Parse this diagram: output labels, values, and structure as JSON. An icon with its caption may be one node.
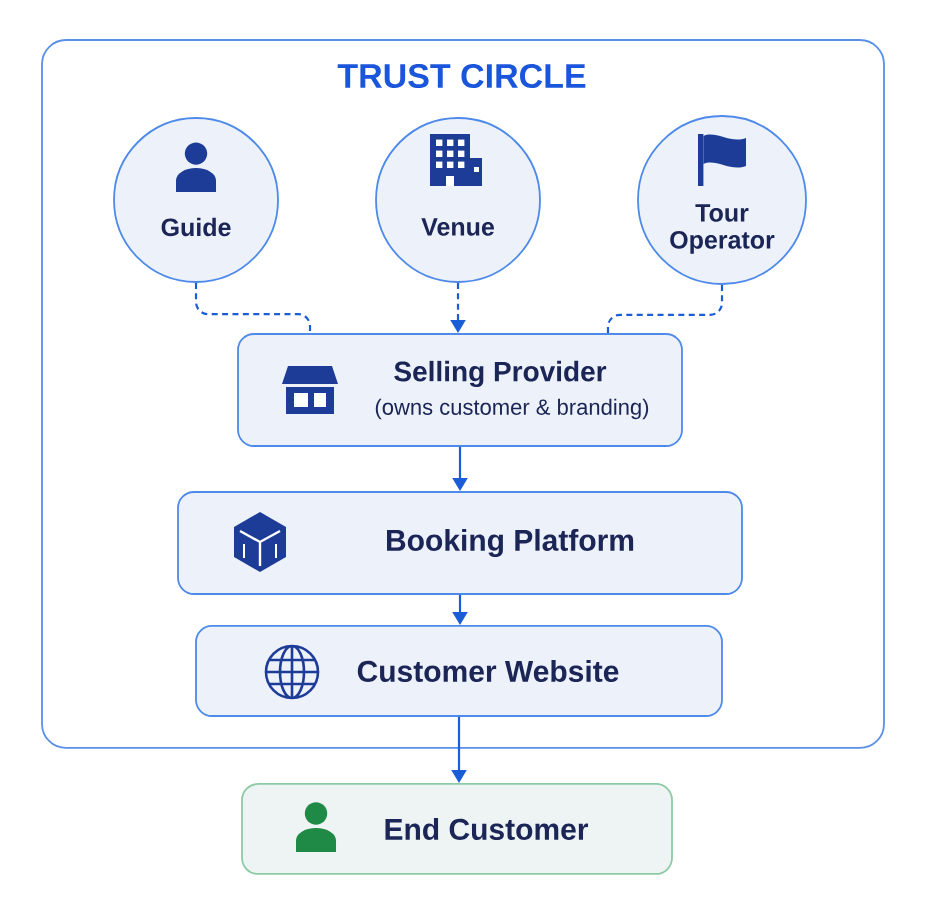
{
  "diagram": {
    "nodes": [
      {
        "text": [
          "TRUST CIRCLE"
        ]
      },
      {
        "text": [
          "Guide"
        ],
        "in": 0
      },
      {
        "text": [
          "Venue"
        ],
        "in": 0
      },
      {
        "text": [
          "Tour Operator"
        ],
        "in": 0
      },
      {
        "text": [
          "Selling Provider",
          "(owns customer & branding)"
        ],
        "in": 0
      },
      {
        "text": [
          "Booking Platform"
        ],
        "in": 0
      },
      {
        "text": [
          "Customer Website"
        ],
        "in": 0
      },
      {
        "text": [
          "End Customer"
        ]
      }
    ],
    "edges": [
      {
        "from": 1,
        "to": 4,
        "arrow": "none",
        "style": "dashed"
      },
      {
        "from": 2,
        "to": 4,
        "arrow": "to",
        "style": "dashed"
      },
      {
        "from": 3,
        "to": 4,
        "arrow": "none",
        "style": "dashed"
      },
      {
        "from": 4,
        "to": 5,
        "arrow": "to"
      },
      {
        "from": 5,
        "to": 6,
        "arrow": "to"
      },
      {
        "from": 6,
        "to": 7,
        "arrow": "to"
      }
    ]
  }
}
